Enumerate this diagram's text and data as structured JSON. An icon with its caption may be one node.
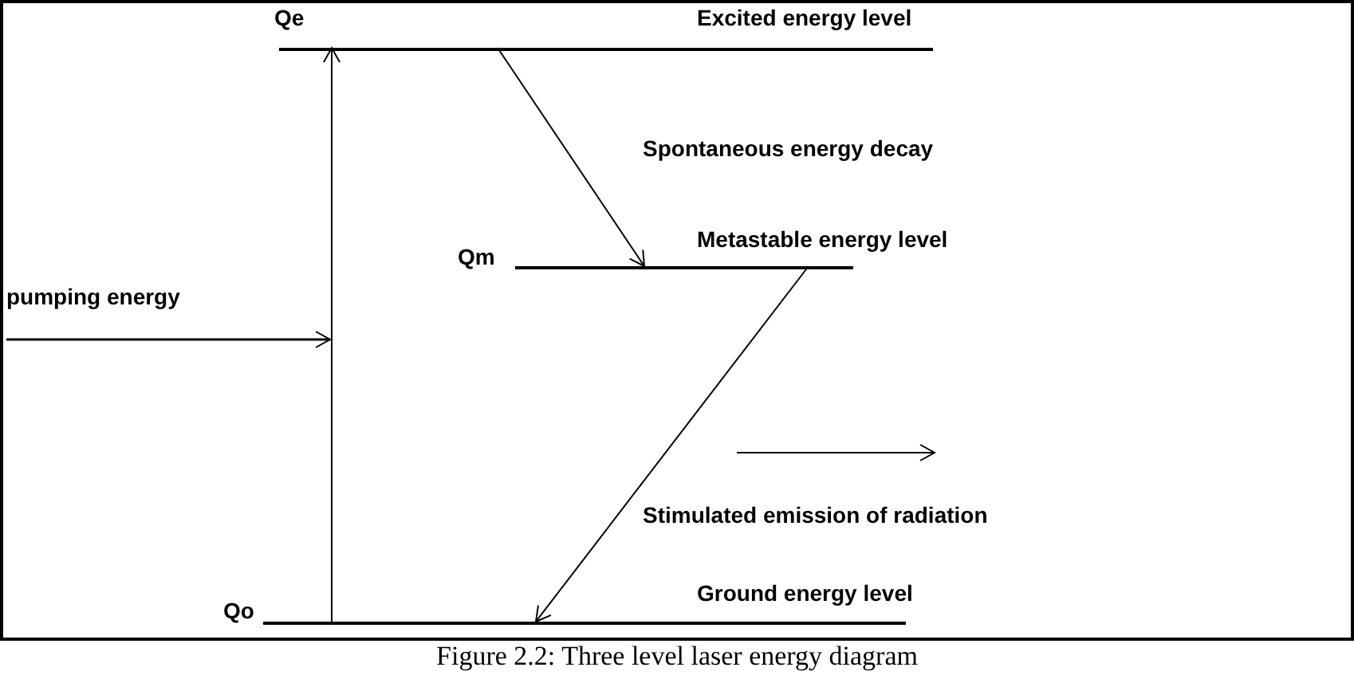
{
  "diagram": {
    "caption": "Figure 2.2: Three level laser energy diagram",
    "nodes": [
      {
        "text": [],
        "shape": "bar",
        "beside": [
          "Qe",
          "Excited energy level"
        ]
      },
      {
        "text": [],
        "shape": "bar",
        "beside": [
          "Qm",
          "Metastable energy level"
        ]
      },
      {
        "text": [],
        "shape": "bar",
        "beside": [
          "Qo",
          "Ground energy level"
        ]
      }
    ],
    "edges": [
      {
        "from": 2,
        "to": 0,
        "arrow": "to"
      },
      {
        "from": 0,
        "to": 1,
        "arrow": "to"
      },
      {
        "from": 1,
        "to": 2,
        "arrow": "to"
      }
    ],
    "labels": [
      "Spontaneous energy decay",
      "pumping energy",
      "Stimulated emission of radiation"
    ]
  }
}
